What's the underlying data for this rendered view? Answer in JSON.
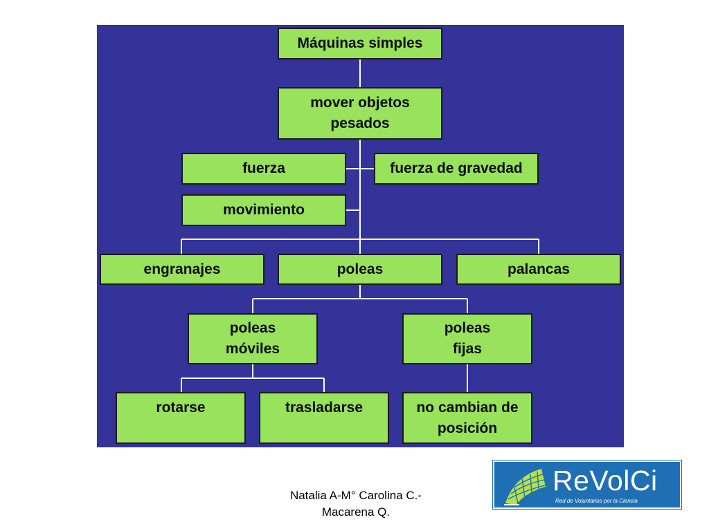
{
  "diagram": {
    "nodes": {
      "maquinas": "Máquinas simples",
      "mover": "mover objetos\npesados",
      "fuerza": "fuerza",
      "gravedad": "fuerza de gravedad",
      "movimiento": "movimiento",
      "engranajes": "engranajes",
      "poleas": "poleas",
      "palancas": "palancas",
      "moviles": "poleas\nmóviles",
      "fijas": "poleas\nfijas",
      "rotarse": "rotarse",
      "trasladarse": "trasladarse",
      "no_cambian": "no cambian de\nposición"
    },
    "edges": [
      [
        "maquinas",
        "mover"
      ],
      [
        "mover",
        "fuerza"
      ],
      [
        "mover",
        "gravedad"
      ],
      [
        "mover",
        "movimiento"
      ],
      [
        "mover",
        "engranajes"
      ],
      [
        "mover",
        "poleas"
      ],
      [
        "mover",
        "palancas"
      ],
      [
        "poleas",
        "moviles"
      ],
      [
        "poleas",
        "fijas"
      ],
      [
        "moviles",
        "rotarse"
      ],
      [
        "moviles",
        "trasladarse"
      ],
      [
        "fijas",
        "no_cambian"
      ]
    ],
    "colors": {
      "background": "#333399",
      "node_fill": "#99e25c",
      "line": "#ffffff"
    }
  },
  "caption": "Natalia A-M° Carolina C.-\nMacarena Q.",
  "logo": {
    "name": "ReVolCi",
    "tagline": "Red de Voluntarios por la Ciencia",
    "color": "#1f6fb4"
  }
}
